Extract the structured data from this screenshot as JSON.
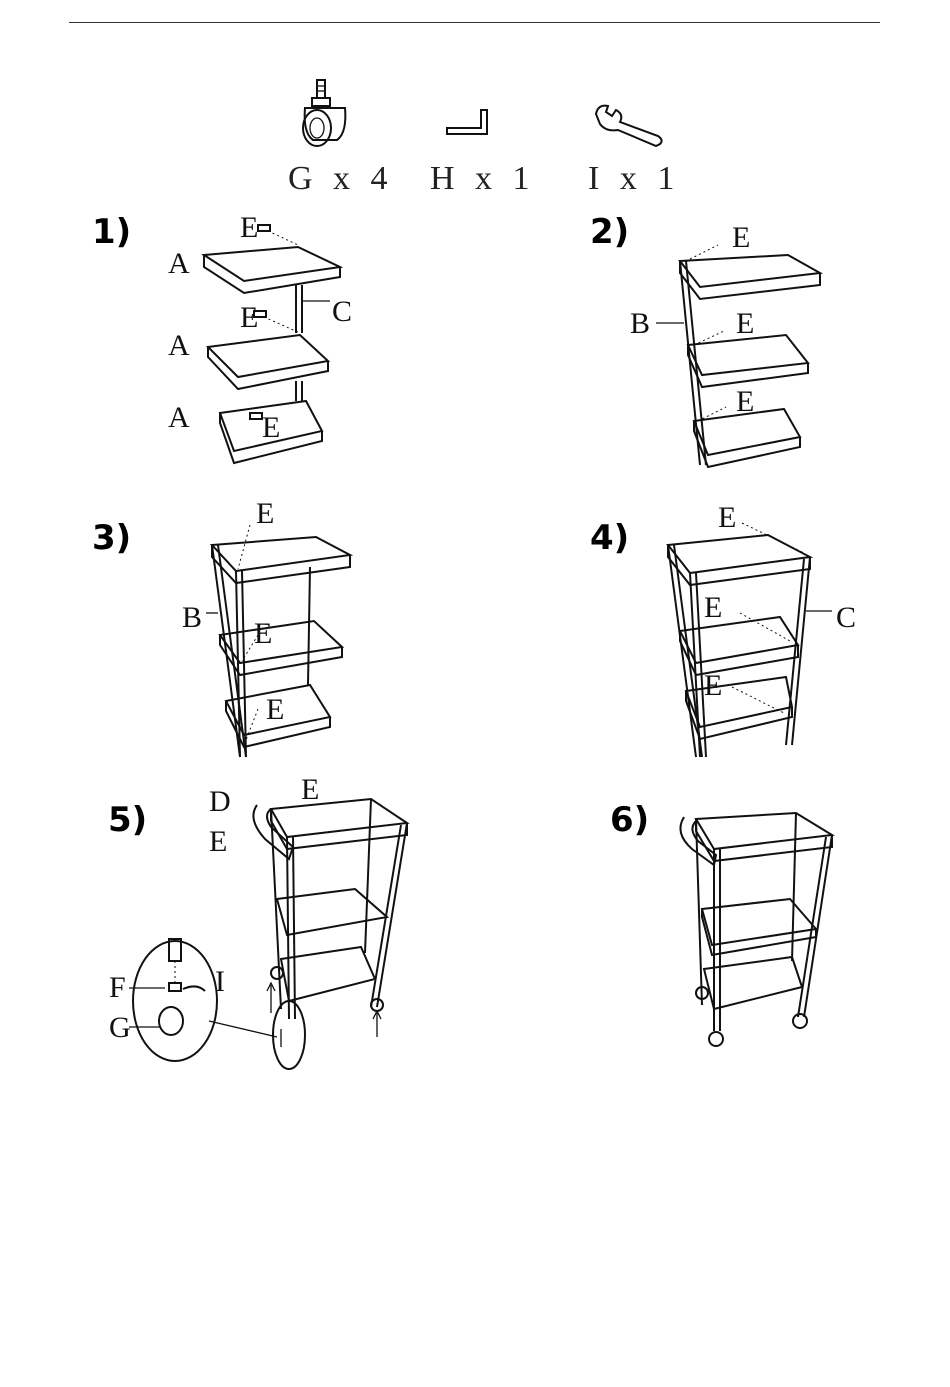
{
  "parts": [
    {
      "label": "G x 4",
      "icon": "caster-wheel-icon"
    },
    {
      "label": "H x 1",
      "icon": "allen-key-icon"
    },
    {
      "label": "I x 1",
      "icon": "wrench-icon"
    }
  ],
  "steps": [
    {
      "number": "1)",
      "labels": [
        "E",
        "A",
        "C",
        "E",
        "A",
        "A",
        "E"
      ]
    },
    {
      "number": "2)",
      "labels": [
        "E",
        "B",
        "E",
        "E"
      ]
    },
    {
      "number": "3)",
      "labels": [
        "E",
        "B",
        "E",
        "E"
      ]
    },
    {
      "number": "4)",
      "labels": [
        "E",
        "E",
        "C",
        "E"
      ]
    },
    {
      "number": "5)",
      "labels": [
        "D",
        "E",
        "E",
        "F",
        "I",
        "G"
      ]
    },
    {
      "number": "6)",
      "labels": []
    }
  ]
}
